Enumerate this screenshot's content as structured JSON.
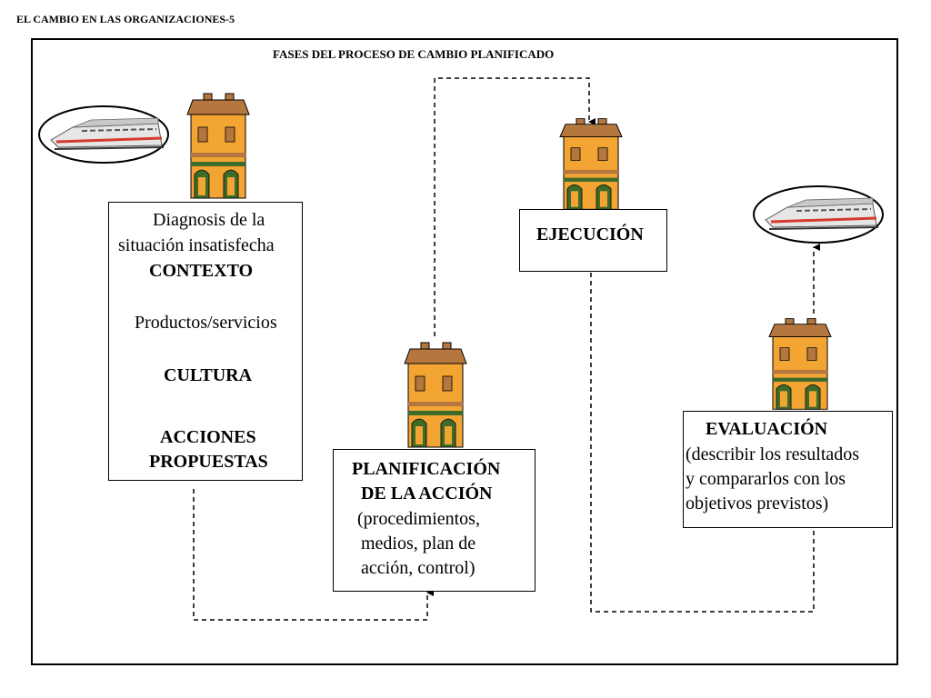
{
  "header": {
    "title": "EL CAMBIO EN LAS ORGANIZACIONES-5"
  },
  "diagram": {
    "title": "FASES DEL PROCESO DE CAMBIO PLANIFICADO"
  },
  "diagnosis": {
    "line1": "Diagnosis  de la",
    "line2": "situación insatisfecha",
    "step1": "CONTEXTO",
    "step2": "Productos/servicios",
    "step3": "CULTURA",
    "step4a": "ACCIONES",
    "step4b": "PROPUESTAS"
  },
  "planning": {
    "title1": "PLANIFICACIÓN",
    "title2": "DE LA ACCIÓN",
    "line1": "(procedimientos,",
    "line2": "medios, plan de",
    "line3": "acción, control)"
  },
  "execution": {
    "title": "EJECUCIÓN"
  },
  "evaluation": {
    "title": "EVALUACIÓN",
    "line1": "(describir los resultados",
    "line2": "y compararlos con los",
    "line3": "objetivos previstos)"
  },
  "icons": {
    "building": "house-icon",
    "train": "train-icon"
  },
  "colors": {
    "wall": "#F2A533",
    "roof": "#B5773E",
    "door": "#3F6B2A",
    "rail": "#D63A2F"
  }
}
